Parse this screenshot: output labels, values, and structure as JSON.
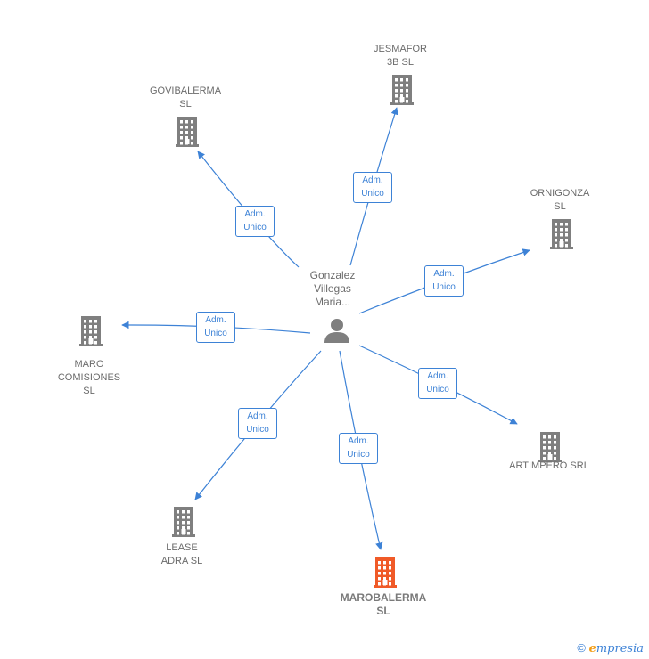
{
  "colors": {
    "edge": "#3d82d6",
    "building": "#7f7f7f",
    "building_highlight": "#f05a28",
    "person": "#7f7f7f"
  },
  "center": {
    "label": "Gonzalez\nVillegas\nMaria...",
    "icon": "person-icon"
  },
  "companies": [
    {
      "id": "jesmafor",
      "label": "JESMAFOR\n3B SL",
      "icon": "building-icon",
      "highlight": false,
      "relation": "Adm.\nUnico"
    },
    {
      "id": "govibalerma",
      "label": "GOVIBALERMA\nSL",
      "icon": "building-icon",
      "highlight": false,
      "relation": "Adm.\nUnico"
    },
    {
      "id": "ornigonza",
      "label": "ORNIGONZA\nSL",
      "icon": "building-icon",
      "highlight": false,
      "relation": "Adm.\nUnico"
    },
    {
      "id": "maro",
      "label": "MARO\nCOMISIONES\nSL",
      "icon": "building-icon",
      "highlight": false,
      "relation": "Adm.\nUnico"
    },
    {
      "id": "artimpero",
      "label": "ARTIMPERO SRL",
      "icon": "building-icon",
      "highlight": false,
      "relation": "Adm.\nUnico"
    },
    {
      "id": "lease",
      "label": "LEASE\nADRA  SL",
      "icon": "building-icon",
      "highlight": false,
      "relation": "Adm.\nUnico"
    },
    {
      "id": "marobalerma",
      "label": "MAROBALERMA\nSL",
      "icon": "building-icon",
      "highlight": true,
      "relation": "Adm.\nUnico"
    }
  ],
  "footer": {
    "copyright": "©",
    "brand_initial": "e",
    "brand_rest": "mpresia"
  }
}
